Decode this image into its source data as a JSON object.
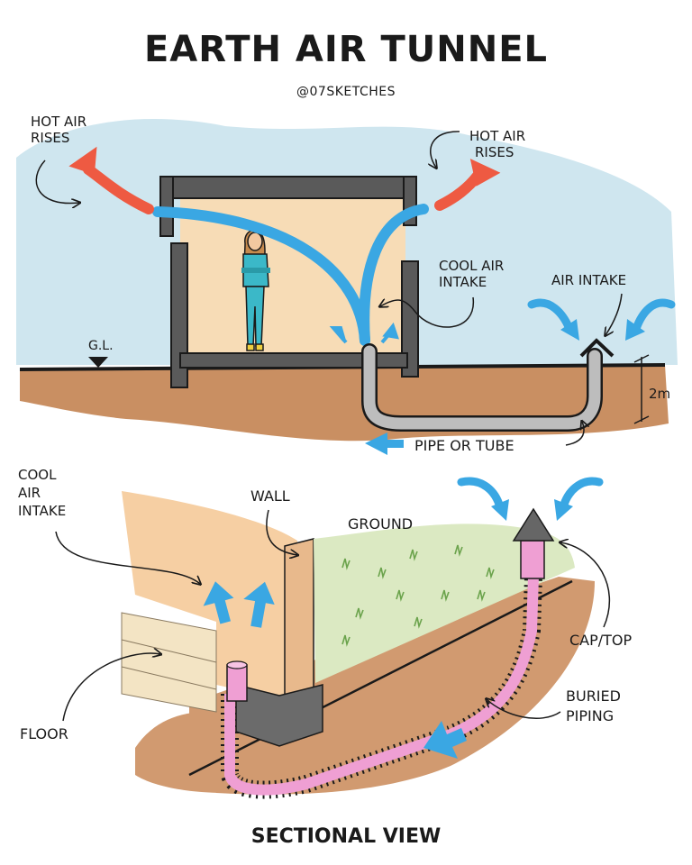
{
  "title": "EARTH AIR TUNNEL",
  "credit": "@07SKETCHES",
  "top_section": {
    "hot_air_left": [
      "HOT AIR",
      "RISES"
    ],
    "hot_air_right": [
      "HOT AIR",
      "RISES"
    ],
    "cool_air_intake": [
      "COOL AIR",
      "INTAKE"
    ],
    "air_intake": "AIR INTAKE",
    "ground_level": "G.L.",
    "depth": "2m",
    "pipe": "PIPE OR TUBE"
  },
  "bottom_section": {
    "cool_air_intake": [
      "COOL",
      "AIR",
      "INTAKE"
    ],
    "wall": "WALL",
    "ground": "GROUND",
    "floor": "FLOOR",
    "cap_top": "CAP/TOP",
    "buried_piping": [
      "BURIED",
      "PIPING"
    ],
    "caption": "SECTIONAL VIEW"
  },
  "colors": {
    "sky": "#cfe6ef",
    "room": "#f7dcb6",
    "soil": "#c98f62",
    "cool_air": "#3aa7e3",
    "hot_air": "#ee5a42",
    "wall": "#5a5a5a",
    "grass": "#dbe9c2",
    "pipe_pink": "#ef9fd3"
  },
  "icons": [
    "person-icon",
    "cool-air-arrow-icon",
    "hot-air-arrow-icon",
    "cap-icon"
  ]
}
